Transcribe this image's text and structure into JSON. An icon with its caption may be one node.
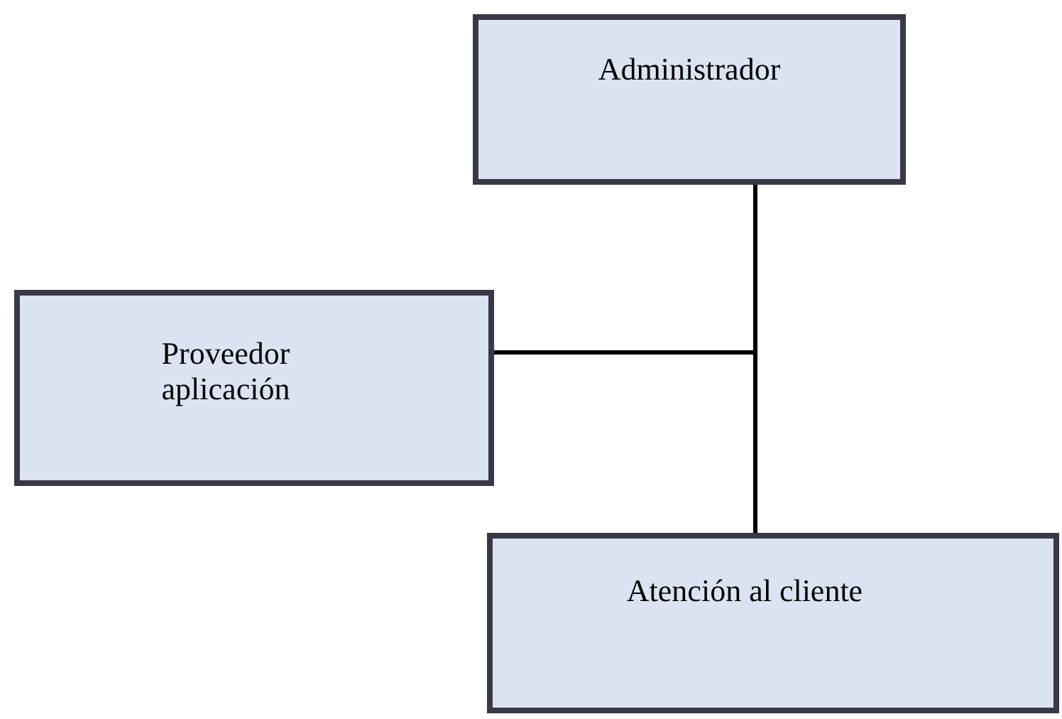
{
  "diagram": {
    "nodes": [
      {
        "text": [
          "Administrador"
        ]
      },
      {
        "text": [
          "Proveedor aplicación"
        ]
      },
      {
        "text": [
          "Atención al cliente"
        ]
      }
    ],
    "edges": [
      {
        "from": 0,
        "to": 1,
        "arrow": "none"
      },
      {
        "from": 0,
        "to": 2,
        "arrow": "none"
      }
    ]
  }
}
